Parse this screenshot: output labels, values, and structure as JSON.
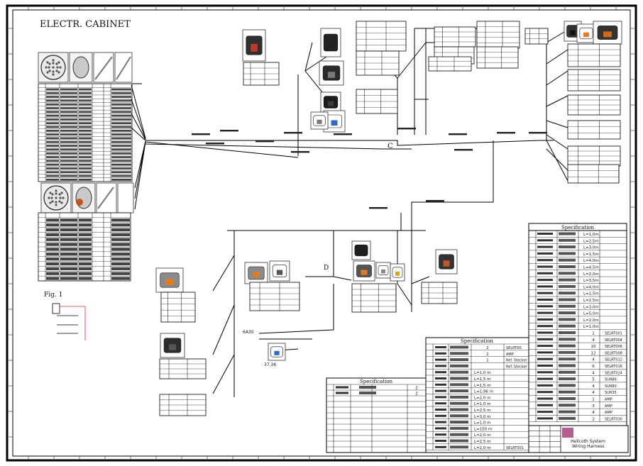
{
  "cabinet_title": "ELECTR. CABINET",
  "figure_label": "Fig. 1",
  "callout_c": "C",
  "callout_d": "D",
  "label_6a30": "6A30",
  "label_3736": "37.36",
  "spec_title_main": "Specification",
  "spec_title_lower": "Specification",
  "spec_title_small": "Specification",
  "title_block": {
    "line1": "Hellcoth System",
    "line2": "Wiring Harness"
  },
  "spec_main_lengths": [
    "L=1,0m",
    "L=2,5m",
    "L=3,0m",
    "L=1,5m",
    "L=4,0m",
    "L=4,5m",
    "L=2,0m",
    "L=3,5m",
    "L=4,0m",
    "L=1,5m",
    "L=2,5m",
    "L=3,0m",
    "L=5,0m",
    "L=2,0m",
    "L=1,0m"
  ],
  "spec_main_bottom": [
    {
      "qty": "1",
      "code": "SELRT001"
    },
    {
      "qty": "4",
      "code": "SELRT004"
    },
    {
      "qty": "10",
      "code": "SELRT006"
    },
    {
      "qty": "12",
      "code": "SELRT008"
    },
    {
      "qty": "4",
      "code": "SELRT012"
    },
    {
      "qty": "6",
      "code": "SELRT016"
    },
    {
      "qty": "4",
      "code": "SELRT024"
    },
    {
      "qty": "5",
      "code": "SUR86"
    },
    {
      "qty": "4",
      "code": "SUR80"
    },
    {
      "qty": "4",
      "code": "SUR35"
    },
    {
      "qty": "1",
      "code": "AMP"
    },
    {
      "qty": "3",
      "code": "AMP"
    },
    {
      "qty": "4",
      "code": "AMP"
    },
    {
      "qty": "2",
      "code": "SELRT030"
    }
  ],
  "spec_lower_lengths": [
    "L=1,0 m",
    "L=1,5 m",
    "L=1,5 m",
    "L=1,96 m",
    "L=2,0 m",
    "L=1,0 m",
    "L=2,5 m",
    "L=3,0 m",
    "L=1,0 m",
    "L=150 m",
    "L=2,0 m",
    "L=2,5 m",
    "L=2,0 m"
  ],
  "spec_lower_top": [
    {
      "qty": "2",
      "code": "SELRT00"
    },
    {
      "qty": "2",
      "code": "AMP"
    },
    {
      "qty": "1",
      "code": "Ref. Stecker"
    },
    {
      "qty": "",
      "code": "Ref. Stecker"
    }
  ],
  "spec_lower_last_code": "SELRT001",
  "spec_small_rows": [
    {
      "qty": "2"
    },
    {
      "qty": "2"
    }
  ]
}
